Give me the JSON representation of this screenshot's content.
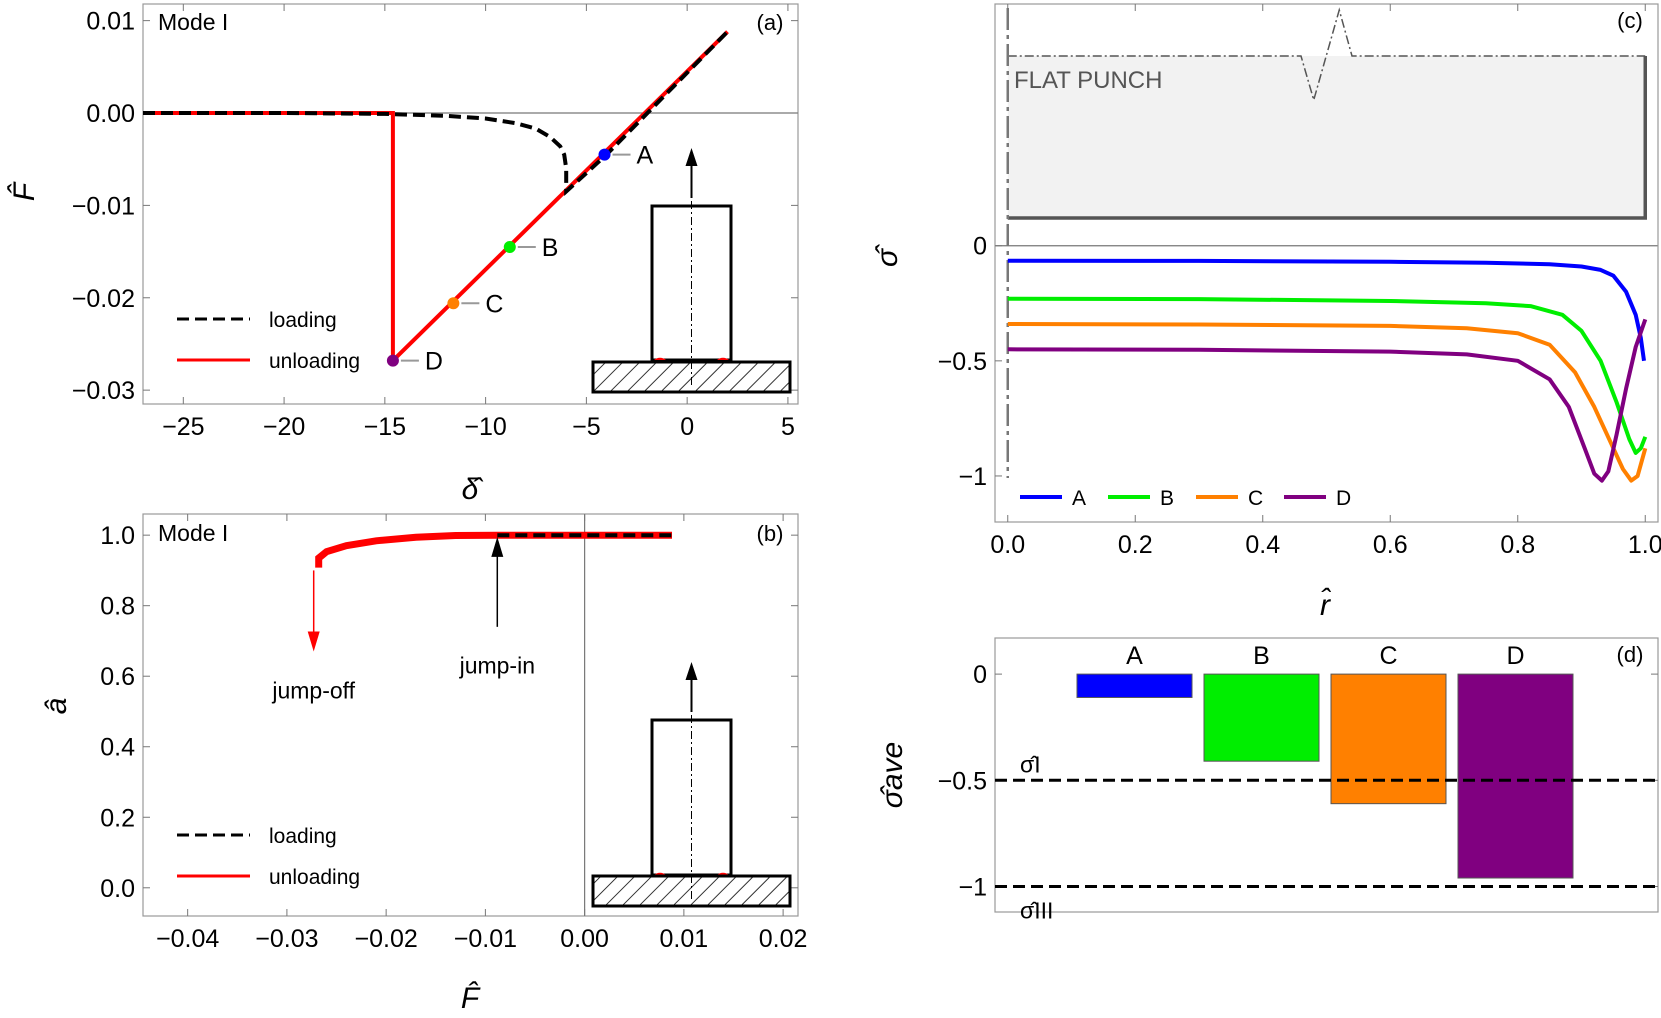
{
  "chart_data": [
    {
      "id": "a",
      "type": "line",
      "panel_label": "(a)",
      "mode_label": "Mode I",
      "xlabel": "δ̂",
      "ylabel": "F̂",
      "xlim": [
        -27,
        5.5
      ],
      "ylim": [
        -0.0315,
        0.0118
      ],
      "xticks": [
        -25,
        -20,
        -15,
        -10,
        -5,
        0,
        5
      ],
      "xtick_labels": [
        "−25",
        "−20",
        "−15",
        "−10",
        "−5",
        "0",
        "5"
      ],
      "yticks": [
        0.01,
        0.0,
        -0.01,
        -0.02,
        -0.03
      ],
      "ytick_labels": [
        "0.01",
        "0.00",
        "−0.01",
        "−0.02",
        "−0.03"
      ],
      "legend": [
        {
          "label": "loading",
          "style": "dashed",
          "color": "#000000"
        },
        {
          "label": "unloading",
          "style": "solid",
          "color": "#ff0000"
        }
      ],
      "series": [
        {
          "name": "loading",
          "color": "#000000",
          "style": "dashed",
          "points": [
            [
              -27,
              0
            ],
            [
              -20,
              0
            ],
            [
              -15,
              -0.0001
            ],
            [
              -12,
              -0.0003
            ],
            [
              -10,
              -0.0006
            ],
            [
              -8.5,
              -0.0011
            ],
            [
              -7.5,
              -0.0017
            ],
            [
              -6.8,
              -0.0026
            ],
            [
              -6.3,
              -0.0036
            ],
            [
              -6.1,
              -0.0045
            ],
            [
              -6.0,
              -0.006
            ],
            [
              -6.0,
              -0.0085
            ],
            [
              -4,
              -0.0045
            ],
            [
              2,
              0.0088
            ]
          ]
        },
        {
          "name": "unloading",
          "color": "#ff0000",
          "style": "solid",
          "points": [
            [
              -27,
              0
            ],
            [
              -14.6,
              0
            ],
            [
              -14.6,
              -0.0268
            ],
            [
              2,
              0.0088
            ]
          ]
        }
      ],
      "markers": [
        {
          "label": "A",
          "x": -4.1,
          "y": -0.0045,
          "color": "#0000ff"
        },
        {
          "label": "B",
          "x": -8.8,
          "y": -0.0145,
          "color": "#00ee00"
        },
        {
          "label": "C",
          "x": -11.6,
          "y": -0.0206,
          "color": "#ff8000"
        },
        {
          "label": "D",
          "x": -14.6,
          "y": -0.0268,
          "color": "#800080"
        }
      ]
    },
    {
      "id": "b",
      "type": "line",
      "panel_label": "(b)",
      "mode_label": "Mode I",
      "xlabel": "F̂",
      "ylabel": "â",
      "xlim": [
        -0.0445,
        0.0215
      ],
      "ylim": [
        -0.08,
        1.06
      ],
      "xticks": [
        -0.04,
        -0.03,
        -0.02,
        -0.01,
        0.0,
        0.01,
        0.02
      ],
      "xtick_labels": [
        "−0.04",
        "−0.03",
        "−0.02",
        "−0.01",
        "0.00",
        "0.01",
        "0.02"
      ],
      "yticks": [
        0.0,
        0.2,
        0.4,
        0.6,
        0.8,
        1.0
      ],
      "ytick_labels": [
        "0.0",
        "0.2",
        "0.4",
        "0.6",
        "0.8",
        "1.0"
      ],
      "legend": [
        {
          "label": "loading",
          "style": "dashed",
          "color": "#000000"
        },
        {
          "label": "unloading",
          "style": "solid",
          "color": "#ff0000"
        }
      ],
      "series": [
        {
          "name": "loading",
          "color": "#000000",
          "style": "dashed",
          "points": [
            [
              -0.0088,
              1.0
            ],
            [
              0.0088,
              1.0
            ]
          ]
        },
        {
          "name": "unloading",
          "color": "#ff0000",
          "style": "solid",
          "points": [
            [
              -0.0268,
              0.908
            ],
            [
              -0.0268,
              0.935
            ],
            [
              -0.026,
              0.953
            ],
            [
              -0.024,
              0.97
            ],
            [
              -0.021,
              0.984
            ],
            [
              -0.017,
              0.994
            ],
            [
              -0.013,
              0.999
            ],
            [
              -0.0088,
              1.0
            ],
            [
              0.0088,
              1.0
            ]
          ]
        }
      ],
      "annotations": [
        {
          "text": "jump-off",
          "x": -0.0273,
          "y": 0.56,
          "arrow_from": 0.9,
          "arrow_to": 0.67,
          "color": "#ff0000"
        },
        {
          "text": "jump-in",
          "x": -0.0088,
          "y": 0.63,
          "arrow_from": 0.74,
          "arrow_to": 0.995,
          "color": "#000000"
        }
      ]
    },
    {
      "id": "c",
      "type": "line",
      "panel_label": "(c)",
      "xlabel": "r̂",
      "ylabel": "σ̂",
      "xlim": [
        -0.02,
        1.02
      ],
      "ylim": [
        -1.2,
        1.05
      ],
      "xticks": [
        0.0,
        0.2,
        0.4,
        0.6,
        0.8,
        1.0
      ],
      "xtick_labels": [
        "0.0",
        "0.2",
        "0.4",
        "0.6",
        "0.8",
        "1.0"
      ],
      "yticks": [
        0,
        -0.5,
        -1
      ],
      "ytick_labels": [
        "0",
        "−0.5",
        "−1"
      ],
      "punch_label": "FLAT PUNCH",
      "legend": [
        {
          "label": "A",
          "color": "#0000ff"
        },
        {
          "label": "B",
          "color": "#00ee00"
        },
        {
          "label": "C",
          "color": "#ff8000"
        },
        {
          "label": "D",
          "color": "#800080"
        }
      ],
      "series": [
        {
          "name": "A",
          "color": "#0000ff",
          "points": [
            [
              0,
              -0.065
            ],
            [
              0.3,
              -0.066
            ],
            [
              0.6,
              -0.07
            ],
            [
              0.75,
              -0.074
            ],
            [
              0.85,
              -0.08
            ],
            [
              0.9,
              -0.09
            ],
            [
              0.93,
              -0.105
            ],
            [
              0.95,
              -0.13
            ],
            [
              0.97,
              -0.2
            ],
            [
              0.985,
              -0.3
            ],
            [
              0.993,
              -0.4
            ],
            [
              0.998,
              -0.5
            ]
          ]
        },
        {
          "name": "B",
          "color": "#00ee00",
          "points": [
            [
              0,
              -0.23
            ],
            [
              0.3,
              -0.232
            ],
            [
              0.6,
              -0.24
            ],
            [
              0.75,
              -0.25
            ],
            [
              0.82,
              -0.262
            ],
            [
              0.87,
              -0.3
            ],
            [
              0.9,
              -0.37
            ],
            [
              0.93,
              -0.5
            ],
            [
              0.955,
              -0.68
            ],
            [
              0.975,
              -0.84
            ],
            [
              0.985,
              -0.9
            ],
            [
              0.993,
              -0.88
            ],
            [
              1.0,
              -0.83
            ]
          ]
        },
        {
          "name": "C",
          "color": "#ff8000",
          "points": [
            [
              0,
              -0.34
            ],
            [
              0.3,
              -0.342
            ],
            [
              0.6,
              -0.348
            ],
            [
              0.72,
              -0.358
            ],
            [
              0.8,
              -0.38
            ],
            [
              0.85,
              -0.43
            ],
            [
              0.89,
              -0.55
            ],
            [
              0.92,
              -0.7
            ],
            [
              0.945,
              -0.85
            ],
            [
              0.965,
              -0.97
            ],
            [
              0.978,
              -1.02
            ],
            [
              0.988,
              -1.0
            ],
            [
              0.995,
              -0.93
            ],
            [
              1.0,
              -0.88
            ]
          ]
        },
        {
          "name": "D",
          "color": "#800080",
          "points": [
            [
              0,
              -0.45
            ],
            [
              0.3,
              -0.452
            ],
            [
              0.6,
              -0.46
            ],
            [
              0.72,
              -0.472
            ],
            [
              0.8,
              -0.5
            ],
            [
              0.85,
              -0.58
            ],
            [
              0.88,
              -0.7
            ],
            [
              0.905,
              -0.88
            ],
            [
              0.92,
              -0.99
            ],
            [
              0.932,
              -1.02
            ],
            [
              0.942,
              -0.98
            ],
            [
              0.955,
              -0.82
            ],
            [
              0.97,
              -0.62
            ],
            [
              0.985,
              -0.44
            ],
            [
              1.0,
              -0.32
            ]
          ]
        }
      ]
    },
    {
      "id": "d",
      "type": "bar",
      "panel_label": "(d)",
      "ylabel": "σ̂ave",
      "ylim": [
        -1.12,
        0.17
      ],
      "yticks": [
        0,
        -0.5,
        -1
      ],
      "ytick_labels": [
        "0",
        "−0.5",
        "−1"
      ],
      "categories": [
        "A",
        "B",
        "C",
        "D"
      ],
      "values": [
        -0.11,
        -0.41,
        -0.61,
        -0.96
      ],
      "colors": [
        "#0000ff",
        "#00ee00",
        "#ff8000",
        "#800080"
      ],
      "reference_lines": [
        {
          "value": -0.5,
          "label": "σ̂I"
        },
        {
          "value": -1.0,
          "label": "σ̂III"
        }
      ]
    }
  ]
}
